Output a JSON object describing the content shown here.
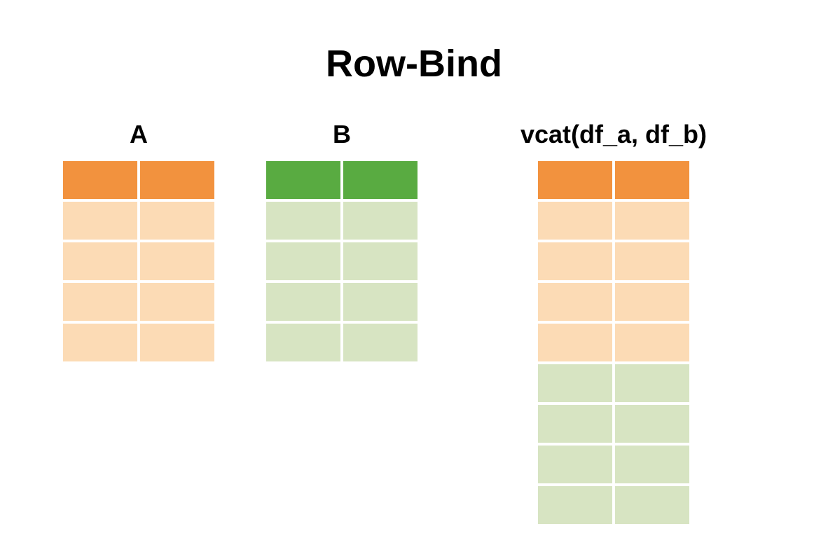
{
  "title": "Row-Bind",
  "labels": {
    "a": "A",
    "b": "B",
    "result": "vcat(df_a, df_b)"
  },
  "colors": {
    "orange_header": "#F2923E",
    "orange_body": "#FCDBB5",
    "green_header": "#59AB41",
    "green_body": "#D7E4C2"
  },
  "tables": {
    "a": {
      "columns": 2,
      "rows": [
        "orange_header",
        "orange_body",
        "orange_body",
        "orange_body",
        "orange_body"
      ]
    },
    "b": {
      "columns": 2,
      "rows": [
        "green_header",
        "green_body",
        "green_body",
        "green_body",
        "green_body"
      ]
    },
    "result": {
      "columns": 2,
      "rows": [
        "orange_header",
        "orange_body",
        "orange_body",
        "orange_body",
        "orange_body",
        "green_body",
        "green_body",
        "green_body",
        "green_body"
      ]
    }
  }
}
